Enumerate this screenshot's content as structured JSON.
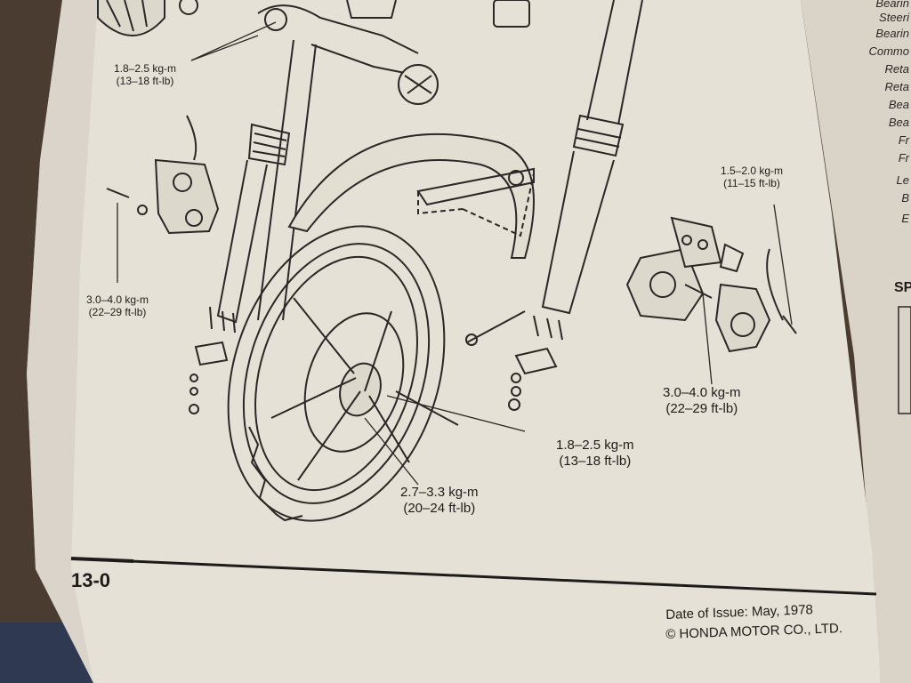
{
  "page": {
    "number": "13-0",
    "date_of_issue": "Date of Issue: May, 1978",
    "copyright": "© HONDA MOTOR CO., LTD."
  },
  "torque_labels": [
    {
      "kgm": "1.8–2.5 kg-m",
      "ftlb": "(13–18 ft-lb)"
    },
    {
      "kgm": "3.0–4.0 kg-m",
      "ftlb": "(22–29 ft-lb)"
    },
    {
      "kgm": "1.5–2.0 kg-m",
      "ftlb": "(11–15 ft-lb)"
    },
    {
      "kgm": "3.0–4.0 kg-m",
      "ftlb": "(22–29 ft-lb)"
    },
    {
      "kgm": "1.8–2.5 kg-m",
      "ftlb": "(13–18 ft-lb)"
    },
    {
      "kgm": "2.7–3.3 kg-m",
      "ftlb": "(20–24 ft-lb)"
    }
  ],
  "facing_page": {
    "items": [
      "Bearin",
      "Steeri",
      "Bearin",
      "Commo",
      "Reta",
      "Reta",
      "Bea",
      "Bea",
      "Fr",
      "Fr",
      "Le",
      "B",
      "E"
    ],
    "spec_heading": "SP"
  }
}
